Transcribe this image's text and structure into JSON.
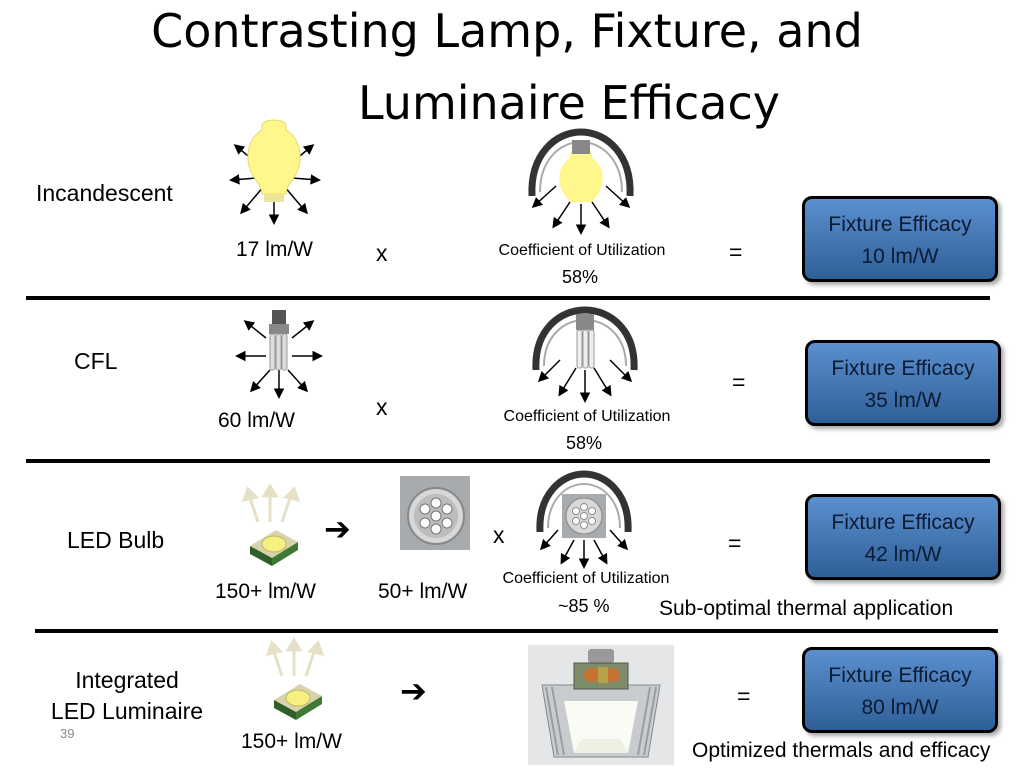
{
  "title": {
    "line1": "Contrasting Lamp, Fixture, and",
    "line2": "Luminaire Efficacy"
  },
  "rows": [
    {
      "label": "Incandescent",
      "lamp_efficacy": "17 lm/W",
      "op1": "x",
      "cu_label": "Coefficient of Utilization",
      "cu_value": "58%",
      "eq": "=",
      "box_label": "Fixture Efficacy",
      "box_value": "10 lm/W"
    },
    {
      "label": "CFL",
      "lamp_efficacy": "60 lm/W",
      "op1": "x",
      "cu_label": "Coefficient of Utilization",
      "cu_value": "58%",
      "eq": "=",
      "box_label": "Fixture Efficacy",
      "box_value": "35 lm/W"
    },
    {
      "label": "LED Bulb",
      "lamp_efficacy": "150+ lm/W",
      "arrow": "➔",
      "bulb_efficacy": "50+ lm/W",
      "op1": "x",
      "cu_label": "Coefficient of Utilization",
      "cu_value": "~85 %",
      "eq": "=",
      "box_label": "Fixture Efficacy",
      "box_value": "42 lm/W",
      "note": "Sub-optimal thermal application"
    },
    {
      "label_line1": "Integrated",
      "label_line2": "LED Luminaire",
      "lamp_efficacy": "150+ lm/W",
      "arrow": "➔",
      "eq": "=",
      "box_label": "Fixture Efficacy",
      "box_value": "80 lm/W",
      "note": "Optimized thermals and efficacy"
    }
  ],
  "page_number": "39",
  "colors": {
    "box_top": "#5b8fce",
    "box_bottom": "#2f5f98",
    "bulb": "#fff68c",
    "rule": "#000000"
  },
  "icons": [
    "incandescent-bulb-icon",
    "cfl-bulb-icon",
    "led-chip-icon",
    "led-bulb-photo-icon",
    "fixture-dome-icon",
    "luminaire-photo-icon",
    "light-ray-arrow-icon"
  ]
}
